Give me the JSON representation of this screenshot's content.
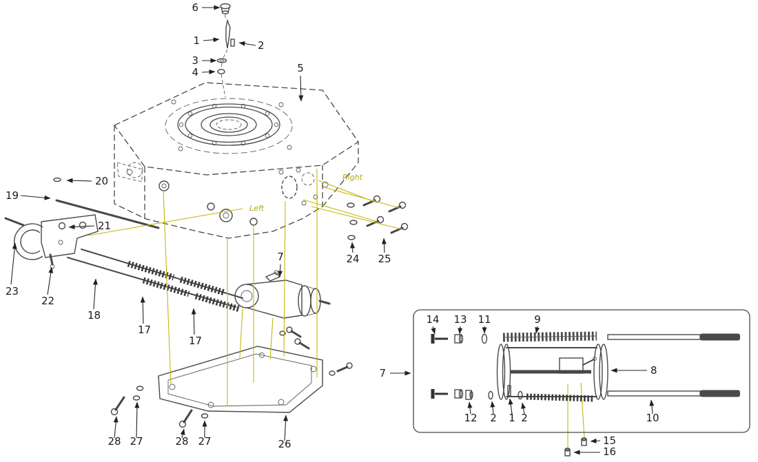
{
  "diagram": {
    "background": "#ffffff",
    "colors": {
      "line": "#474747",
      "leader_line": "#c5b70c",
      "callout_text": "#1b1b1b",
      "side_label_text": "#b3a312"
    },
    "labels": {
      "right": "Right",
      "left": "Left"
    },
    "callouts": [
      "6",
      "1",
      "2",
      "3",
      "4",
      "5",
      "20",
      "19",
      "21",
      "23",
      "22",
      "18",
      "17",
      "17",
      "7",
      "24",
      "25",
      "14",
      "13",
      "11",
      "9",
      "7",
      "8",
      "12",
      "2",
      "1",
      "2",
      "10",
      "15",
      "16",
      "28",
      "27",
      "28",
      "27",
      "26"
    ]
  }
}
